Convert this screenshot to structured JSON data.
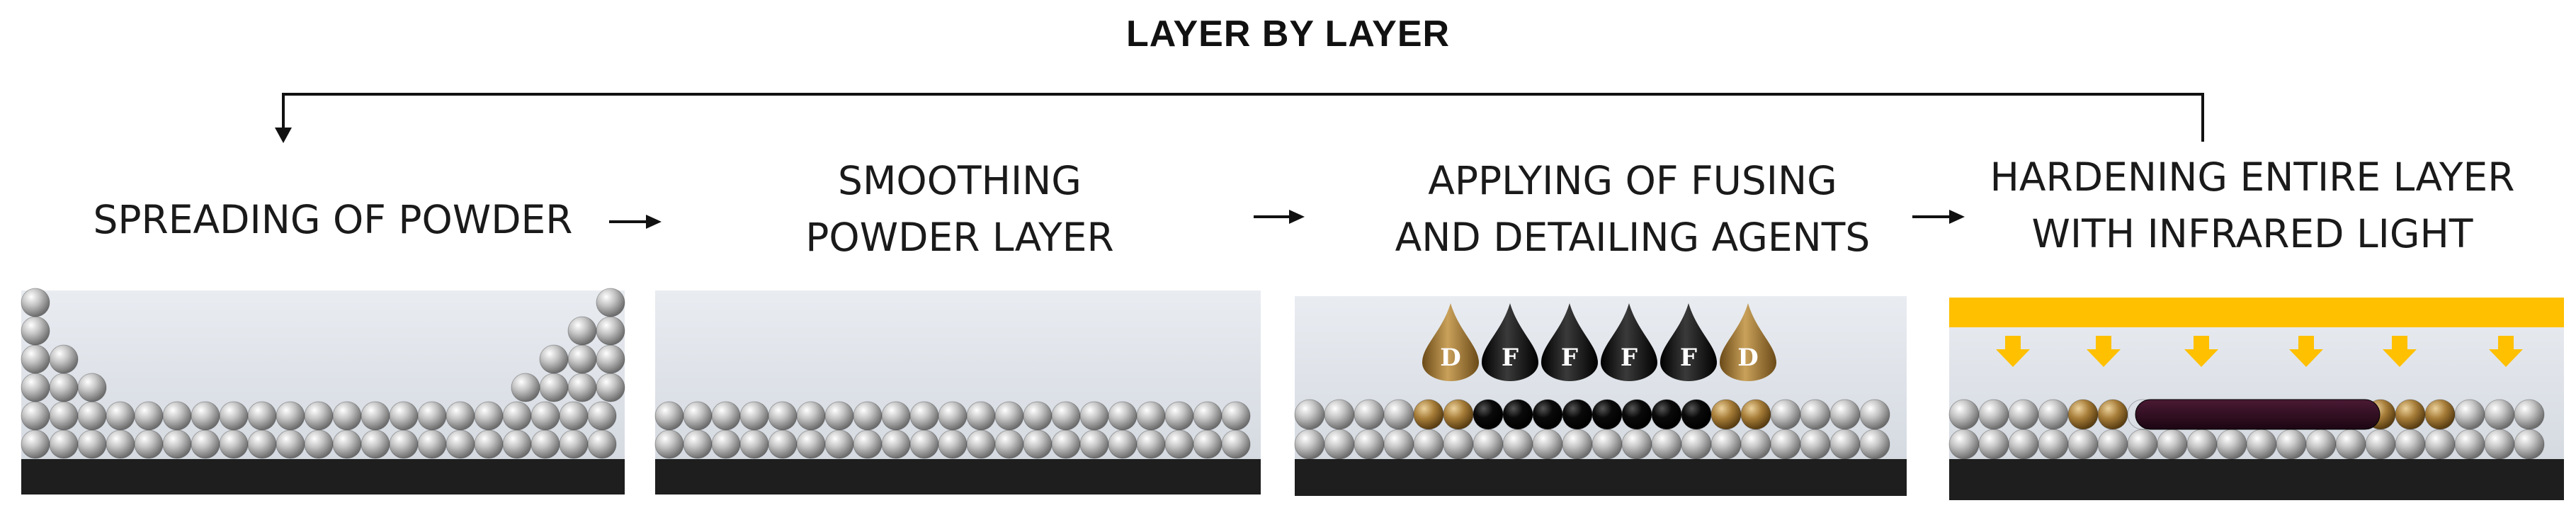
{
  "title": "LAYER BY LAYER",
  "steps": [
    {
      "lines": [
        "SPREADING OF POWDER"
      ]
    },
    {
      "lines": [
        "SMOOTHING",
        "POWDER LAYER"
      ]
    },
    {
      "lines": [
        "APPLYING OF FUSING",
        "AND DETAILING AGENTS"
      ]
    },
    {
      "lines": [
        "HARDENING ENTIRE LAYER",
        "WITH INFRARED LIGHT"
      ]
    }
  ],
  "droplets": [
    "D",
    "F",
    "F",
    "F",
    "F",
    "D"
  ],
  "colors": {
    "powder": "#b5b5b5",
    "detailing_agent": "#a67c38",
    "fusing_agent": "#0a0a0a",
    "fused_part": "#2e0a1e",
    "infrared_light": "#ffc000",
    "build_plate": "#1e1e1e",
    "chamber": "#dfe4ea"
  }
}
